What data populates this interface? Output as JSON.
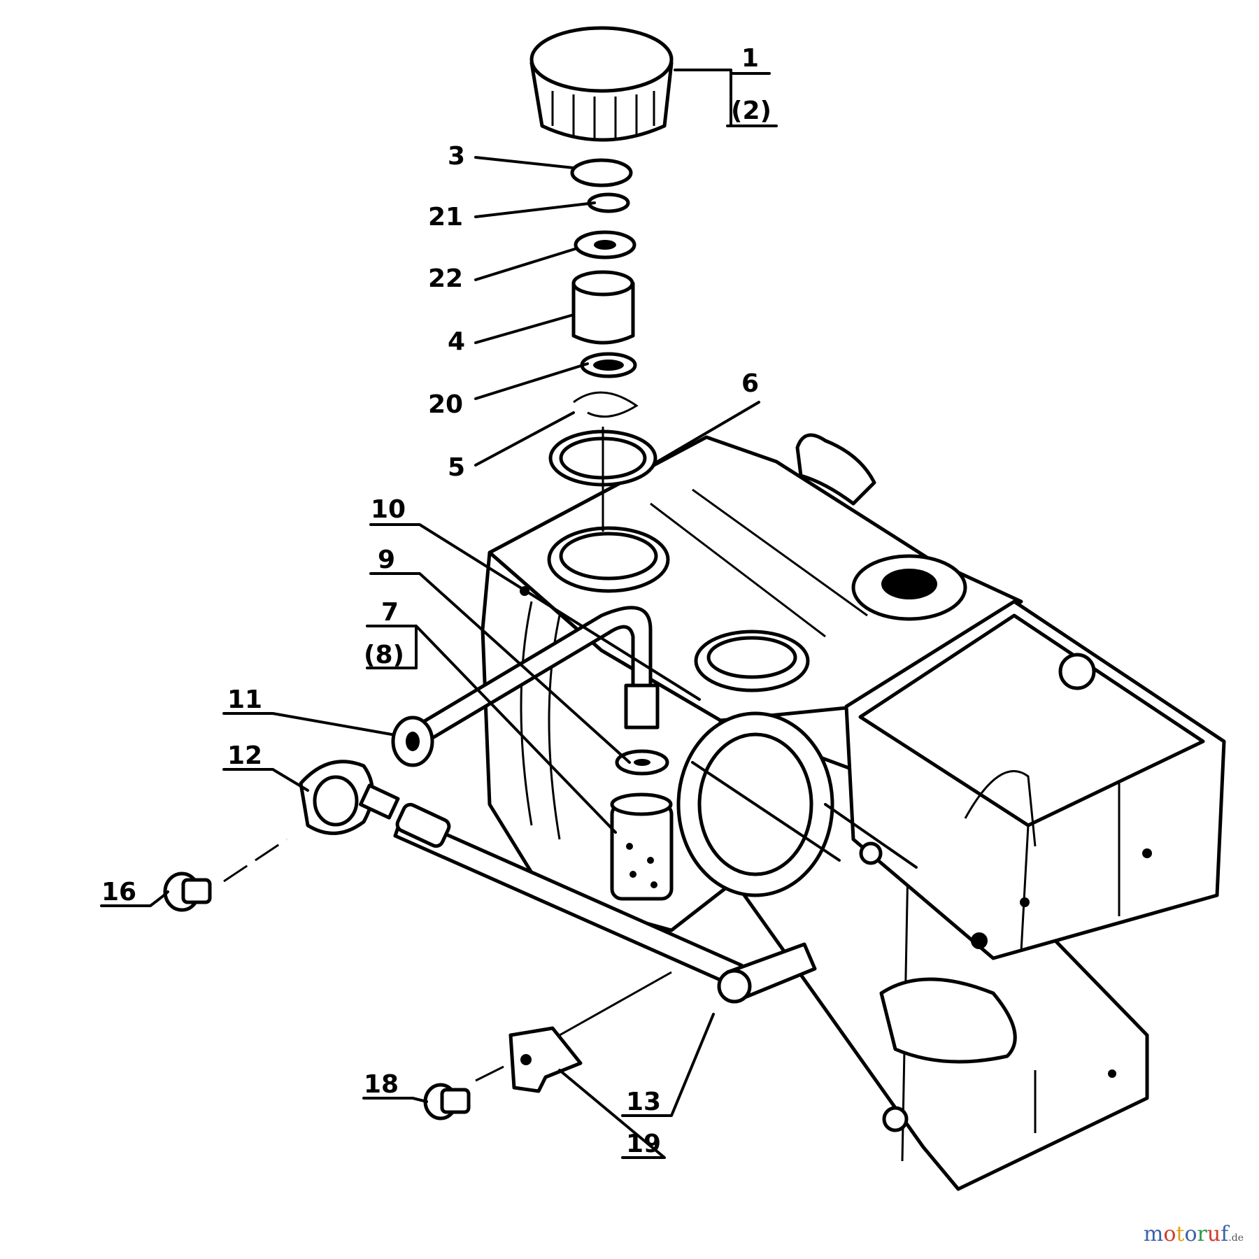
{
  "diagram": {
    "callouts": [
      {
        "id": "c1",
        "text": "1"
      },
      {
        "id": "c2",
        "text": "(2)"
      },
      {
        "id": "c3",
        "text": "3"
      },
      {
        "id": "c21",
        "text": "21"
      },
      {
        "id": "c22",
        "text": "22"
      },
      {
        "id": "c4",
        "text": "4"
      },
      {
        "id": "c20",
        "text": "20"
      },
      {
        "id": "c5",
        "text": "5"
      },
      {
        "id": "c6",
        "text": "6"
      },
      {
        "id": "c10",
        "text": "10"
      },
      {
        "id": "c9",
        "text": "9"
      },
      {
        "id": "c7",
        "text": "7"
      },
      {
        "id": "c8",
        "text": "(8)"
      },
      {
        "id": "c11",
        "text": "11"
      },
      {
        "id": "c12",
        "text": "12"
      },
      {
        "id": "c16",
        "text": "16"
      },
      {
        "id": "c18",
        "text": "18"
      },
      {
        "id": "c13",
        "text": "13"
      },
      {
        "id": "c19",
        "text": "19"
      }
    ]
  },
  "watermark": {
    "letters": [
      "m",
      "o",
      "t",
      "o",
      "r",
      "u",
      "f"
    ],
    "suffix": ".de"
  }
}
